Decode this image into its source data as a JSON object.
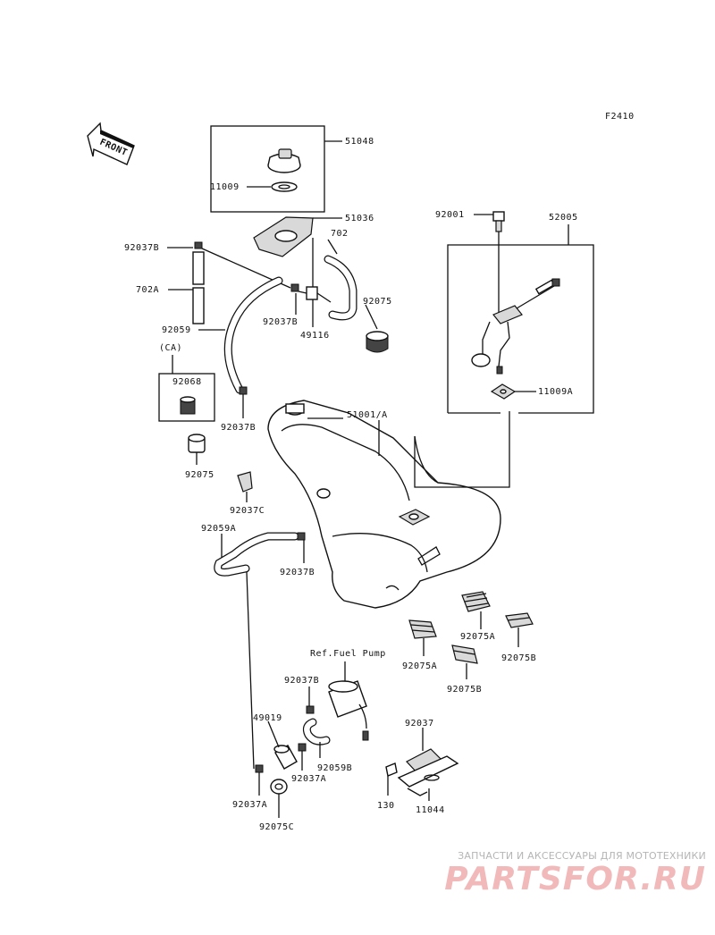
{
  "figure_code": "F2410",
  "front_arrow_label": "FRONT",
  "note_ref": "Ref.Fuel Pump",
  "note_ca": "(CA)",
  "labels": {
    "p51048": "51048",
    "p11009": "11009",
    "p51036": "51036",
    "p92037B_a": "92037B",
    "p702": "702",
    "p702A": "702A",
    "p92037B_b": "92037B",
    "p92075_a": "92075",
    "p49116": "49116",
    "p92059": "92059",
    "p92068": "92068",
    "p92037B_c": "92037B",
    "p51001A": "51001/A",
    "p92075_b": "92075",
    "p92037C": "92037C",
    "p92059A": "92059A",
    "p92037B_d": "92037B",
    "p92001": "92001",
    "p52005": "52005",
    "p11009A": "11009A",
    "p92075A_a": "92075A",
    "p92075A_b": "92075A",
    "p92075B_a": "92075B",
    "p92075B_b": "92075B",
    "p92037B_e": "92037B",
    "p49019": "49019",
    "p92059B": "92059B",
    "p92037A_a": "92037A",
    "p92037A_b": "92037A",
    "p92075C": "92075C",
    "p92037": "92037",
    "p130": "130",
    "p11044": "11044"
  },
  "watermark": {
    "tagline": "ЗАПЧАСТИ И АКСЕССУАРЫ ДЛЯ МОТОТЕХНИКИ",
    "logo": "PARTSFOR.RU"
  }
}
